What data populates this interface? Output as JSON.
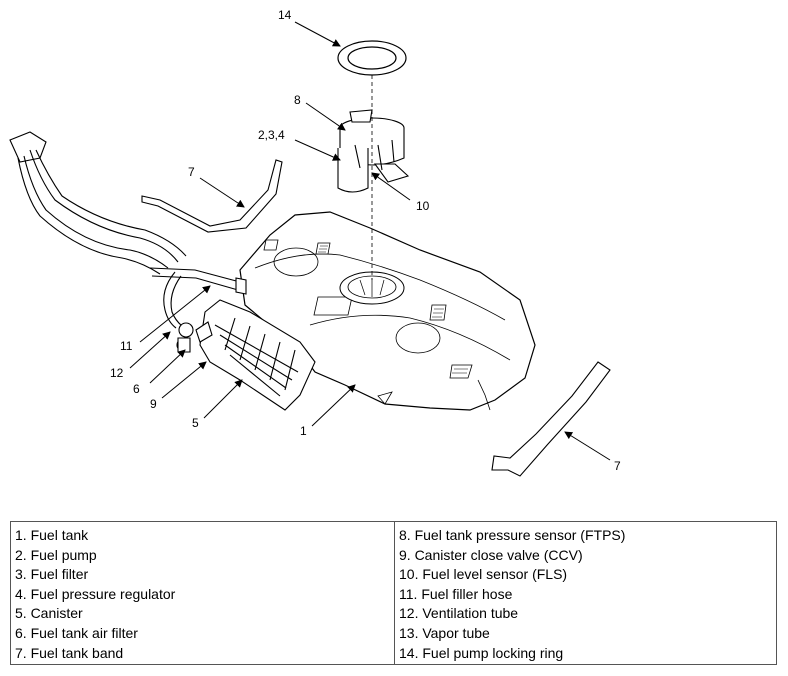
{
  "callouts": {
    "c14": "14",
    "c8": "8",
    "c234": "2,3,4",
    "c10": "10",
    "c7a": "7",
    "c7b": "7",
    "c11": "11",
    "c12": "12",
    "c6": "6",
    "c9": "9",
    "c5": "5",
    "c1": "1"
  },
  "legend": {
    "left": [
      "1. Fuel tank",
      "2. Fuel pump",
      "3. Fuel filter",
      "4. Fuel pressure regulator",
      "5. Canister",
      "6. Fuel tank air filter",
      "7. Fuel tank band"
    ],
    "right": [
      "8. Fuel tank pressure sensor (FTPS)",
      "9. Canister close valve (CCV)",
      "10. Fuel level sensor (FLS)",
      "11. Fuel filler hose",
      "12. Ventilation tube",
      "13. Vapor tube",
      "14. Fuel pump locking ring"
    ]
  }
}
